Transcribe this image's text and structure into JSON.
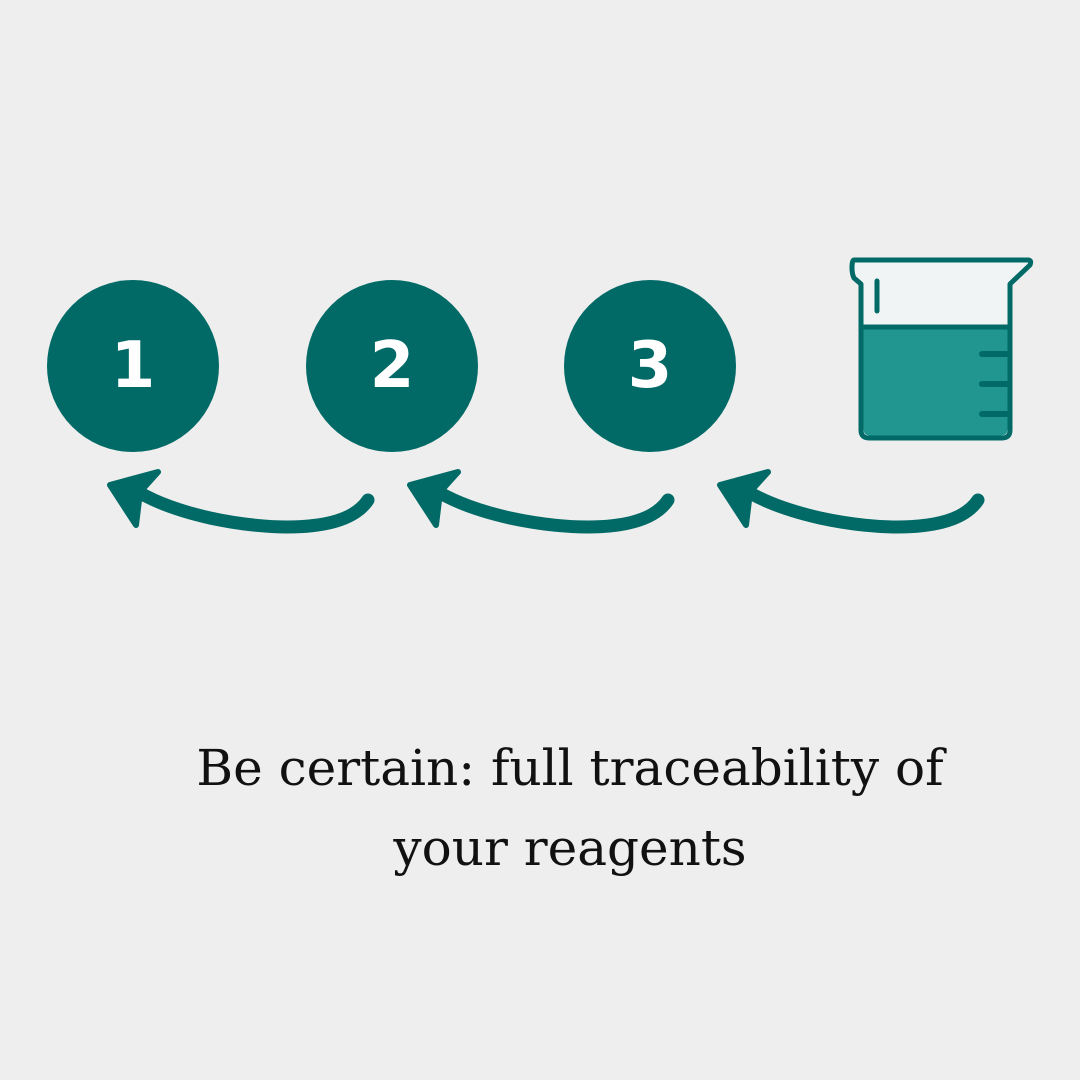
{
  "steps": [
    {
      "label": "1"
    },
    {
      "label": "2"
    },
    {
      "label": "3"
    }
  ],
  "caption": {
    "line1": "Be certain: full traceability of",
    "line2": "your reagents"
  },
  "icons": [
    "beaker-icon",
    "curved-arrow-icon"
  ],
  "colors": {
    "background": "#eeeeee",
    "primary": "#016a66",
    "liquid": "#219690",
    "beaker_glass": "#f1f4f4",
    "number_text": "#ffffff",
    "caption_text": "#111111"
  }
}
